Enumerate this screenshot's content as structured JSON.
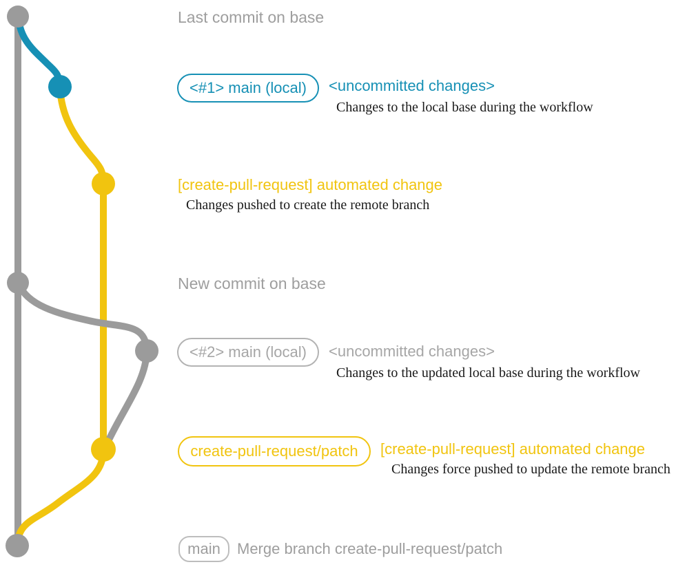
{
  "colors": {
    "branch_blue": "#1690B5",
    "branch_yellow": "#F1C40F",
    "branch_gray": "#9B9B9B",
    "label_gray": "#9E9E9E",
    "caption_black": "#1A1A1A"
  },
  "graph": {
    "branches": [
      {
        "name": "base (remote main)",
        "color": "#9B9B9B"
      },
      {
        "name": "main (local)",
        "color": "#1690B5"
      },
      {
        "name": "create-pull-request/patch",
        "color": "#F1C40F"
      }
    ],
    "commits": [
      {
        "id": "last-commit-on-base",
        "branch": "base"
      },
      {
        "id": "local-uncommitted-1",
        "branch": "main-local"
      },
      {
        "id": "patch-commit-1",
        "branch": "create-pull-request/patch"
      },
      {
        "id": "new-commit-on-base",
        "branch": "base"
      },
      {
        "id": "local-uncommitted-2",
        "branch": "main-local"
      },
      {
        "id": "patch-commit-2",
        "branch": "create-pull-request/patch"
      },
      {
        "id": "merge-commit",
        "branch": "base"
      }
    ]
  },
  "annotations": {
    "last_commit": {
      "title": "Last commit on base"
    },
    "state1": {
      "badge": "<#1> main (local)",
      "note": "<uncommitted changes>",
      "caption": "Changes to the local base during the workflow"
    },
    "push1": {
      "title": "[create-pull-request] automated change",
      "caption": "Changes pushed to create the remote branch"
    },
    "new_commit": {
      "title": "New commit on base"
    },
    "state2": {
      "badge": "<#2> main (local)",
      "note": "<uncommitted changes>",
      "caption": "Changes to the updated local base during the workflow"
    },
    "push2": {
      "badge": "create-pull-request/patch",
      "title": "[create-pull-request] automated change",
      "caption": "Changes force pushed to update the remote branch"
    },
    "merge": {
      "badge": "main",
      "title": "Merge branch create-pull-request/patch"
    }
  }
}
